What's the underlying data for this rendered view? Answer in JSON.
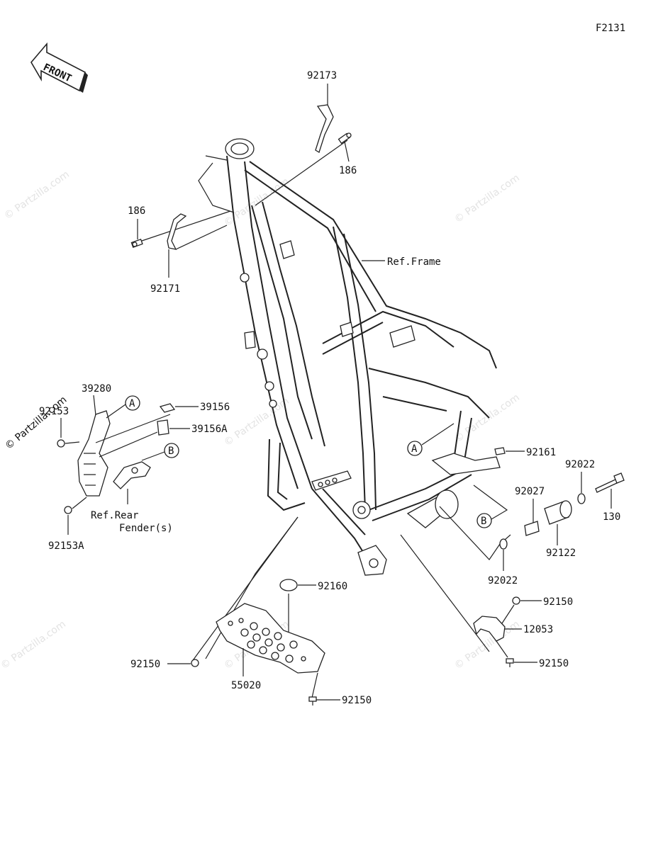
{
  "figure_code": "F2131",
  "front_label": "FRONT",
  "watermark": "© Partzilla.com",
  "callouts": {
    "c92173": "92173",
    "c186_top": "186",
    "c186_left": "186",
    "c92171": "92171",
    "ref_frame": "Ref.Frame",
    "c39280": "39280",
    "c92153": "92153",
    "c39156": "39156",
    "c39156A": "39156A",
    "ref_rear_1": "Ref.Rear",
    "ref_rear_2": "Fender(s)",
    "c92153A": "92153A",
    "c92161": "92161",
    "c92022_top": "92022",
    "c130": "130",
    "c92027": "92027",
    "c92122": "92122",
    "c92022_bottom": "92022",
    "c92160": "92160",
    "c92150_right_top": "92150",
    "c12053": "12053",
    "c92150_right_bottom": "92150",
    "c92150_left": "92150",
    "c55020": "55020",
    "c92150_bottom": "92150"
  },
  "ref_markers": {
    "a_left": "A",
    "b_left": "B",
    "a_right": "A",
    "b_right": "B"
  }
}
